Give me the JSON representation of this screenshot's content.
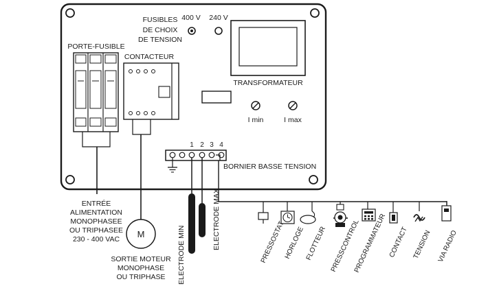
{
  "fuses_label": [
    "FUSIBLES",
    "DE CHOIX",
    "DE TENSION"
  ],
  "fuse_400": "400 V",
  "fuse_240": "240 V",
  "transformer_label": "TRANSFORMATEUR",
  "porte_fusible_label": "PORTE-FUSIBLE",
  "contactor_label": "CONTACTEUR",
  "i_min_label": "I min",
  "i_max_label": "I max",
  "terminal_numbers": [
    "1",
    "2",
    "3",
    "4"
  ],
  "terminal_label": "BORNIER BASSE TENSION",
  "supply_label": [
    "ENTRÉE",
    "ALIMENTATION",
    "MONOPHASEE",
    "OU TRIPHASEE",
    "230 - 400 VAC"
  ],
  "motor_symbol": "M",
  "motor_label": [
    "SORTIE MOTEUR",
    "MONOPHASE",
    "OU TRIPHASE"
  ],
  "electrode_min_label": "ELECTRODE MIN",
  "electrode_max_label": "ELECTRODE MAX",
  "devices": [
    {
      "name": "PRESSOSTAT",
      "icon": "pressure-switch-icon"
    },
    {
      "name": "HORLOGE",
      "icon": "clock-icon"
    },
    {
      "name": "FLOTTEUR",
      "icon": "float-switch-icon"
    },
    {
      "name": "PRESSCONTROL",
      "icon": "presscontrol-icon"
    },
    {
      "name": "PROGRAMMATEUR",
      "icon": "programmer-icon"
    },
    {
      "name": "CONTACT",
      "icon": "contact-switch-icon"
    },
    {
      "name": "TENSION",
      "icon": "voltage-icon"
    },
    {
      "name": "VIA RADIO",
      "icon": "radio-icon"
    }
  ]
}
